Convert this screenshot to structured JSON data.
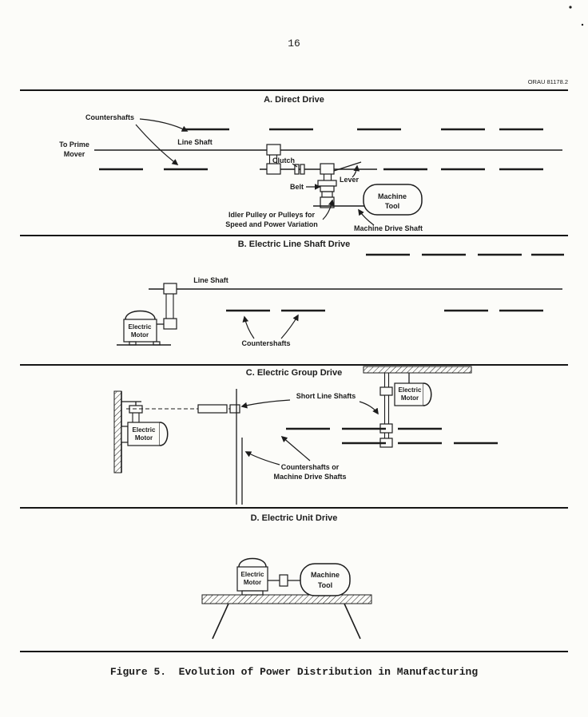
{
  "page": {
    "number": "16",
    "reference": "ORAU 81178.2",
    "caption": "Figure 5.  Evolution of Power Distribution in Manufacturing"
  },
  "panelA": {
    "title": "A. Direct Drive",
    "countershafts_label": "Countershafts",
    "to_prime_mover_line1": "To Prime",
    "to_prime_mover_line2": "Mover",
    "line_shaft_label": "Line Shaft",
    "clutch_label": "Clutch",
    "belt_label": "Belt",
    "lever_label": "Lever",
    "machine_tool_line1": "Machine",
    "machine_tool_line2": "Tool",
    "idler_note_line1": "Idler Pulley or Pulleys for",
    "idler_note_line2": "Speed and Power Variation",
    "machine_drive_shaft_label": "Machine Drive Shaft"
  },
  "panelB": {
    "title": "B. Electric Line Shaft Drive",
    "line_shaft_label": "Line Shaft",
    "motor_line1": "Electric",
    "motor_line2": "Motor",
    "countershafts_label": "Countershafts"
  },
  "panelC": {
    "title": "C. Electric Group Drive",
    "short_line_shafts_label": "Short Line Shafts",
    "wall_motor_line1": "Electric",
    "wall_motor_line2": "Motor",
    "ceiling_motor_line1": "Electric",
    "ceiling_motor_line2": "Motor",
    "countershafts_note_line1": "Countershafts or",
    "countershafts_note_line2": "Machine Drive Shafts"
  },
  "panelD": {
    "title": "D. Electric Unit Drive",
    "motor_line1": "Electric",
    "motor_line2": "Motor",
    "machine_tool_line1": "Machine",
    "machine_tool_line2": "Tool"
  },
  "colors": {
    "ink": "#1c1c1c",
    "paper": "#fcfcf9"
  }
}
